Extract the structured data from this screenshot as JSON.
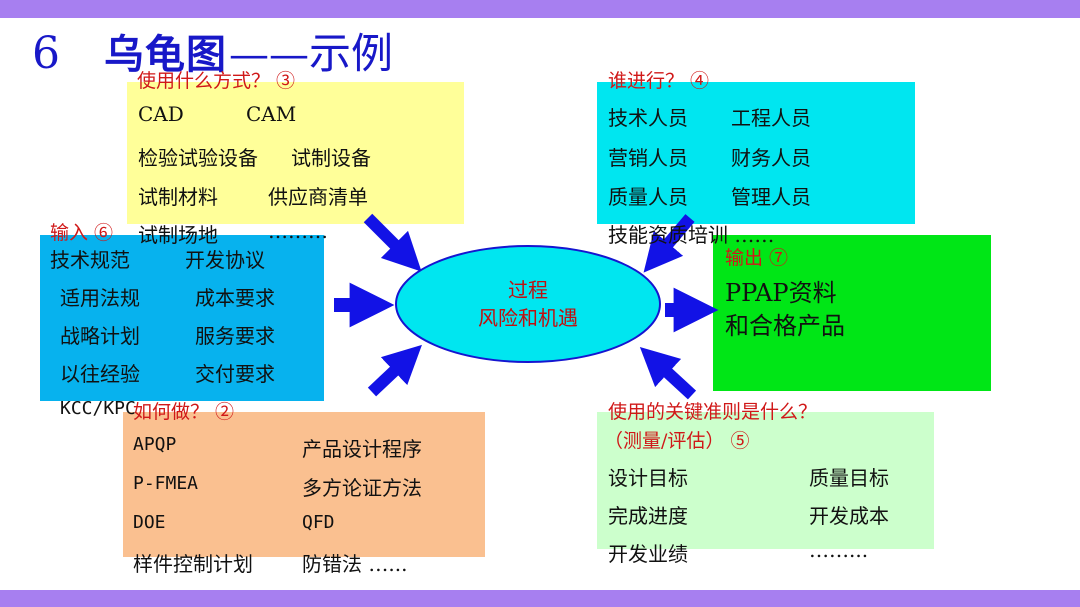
{
  "title": {
    "number": "6",
    "main": "乌龟图",
    "separator": "——",
    "rest": "示例"
  },
  "center": {
    "line1": "过程",
    "line2": "风险和机遇"
  },
  "methods": {
    "label": "使用什么方式？ ③",
    "items": [
      "CAD",
      "CAM",
      "检验试验设备",
      "试制设备",
      "试制材料",
      "供应商清单",
      "试制场地",
      "………"
    ]
  },
  "who": {
    "label": "谁进行？ ④",
    "items": [
      "技术人员",
      "工程人员",
      "营销人员",
      "财务人员",
      "质量人员",
      "管理人员",
      "技能资质培训 ……"
    ]
  },
  "inputs": {
    "label": "输入 ⑥",
    "items": [
      "技术规范",
      "开发协议",
      "适用法规",
      "成本要求",
      "战略计划",
      "服务要求",
      "以往经验",
      "交付要求",
      "KCC/KPC"
    ]
  },
  "outputs": {
    "label": "输出 ⑦",
    "items": [
      "PPAP资料",
      "和合格产品"
    ]
  },
  "how": {
    "label": "如何做？ ②",
    "items": [
      "APQP",
      "产品设计程序",
      "P-FMEA",
      "多方论证方法",
      "DOE",
      "QFD",
      "样件控制计划",
      "防错法 …..."
    ]
  },
  "criteria": {
    "label1": "使用的关键准则是什么？",
    "label2": "（测量/评估） ⑤",
    "items": [
      "设计目标",
      "质量目标",
      "完成进度",
      "开发成本",
      "开发业绩",
      "……..."
    ]
  },
  "colors": {
    "bar": "#a77ff0",
    "title": "#1818c8",
    "label": "#d01818",
    "ellipse_fill": "#00e6f0",
    "ellipse_stroke": "#1515d0",
    "arrow": "#1212e6",
    "yellow": "#ffff99",
    "cyan": "#00e6f0",
    "blue": "#07b2ee",
    "green": "#00e616",
    "orange": "#fac090",
    "light_green": "#ccffcc"
  }
}
